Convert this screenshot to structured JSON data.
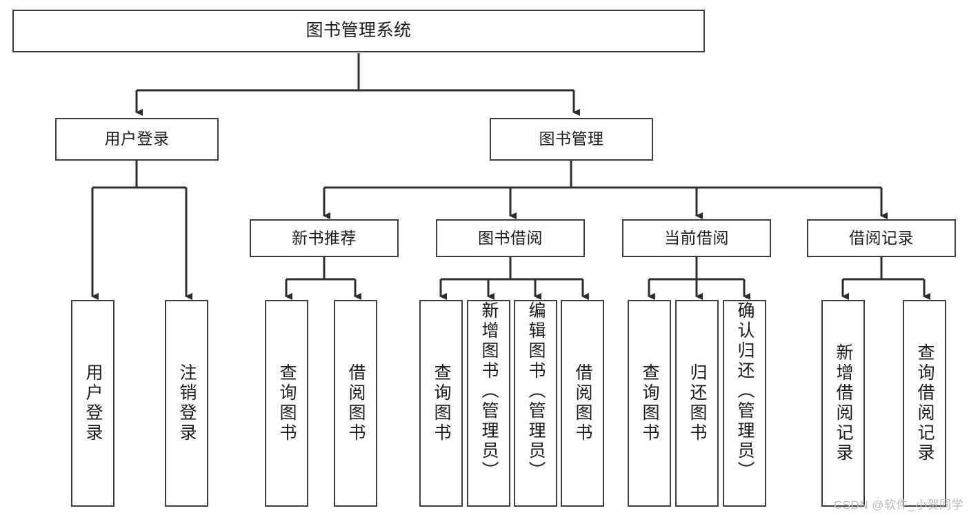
{
  "diagram": {
    "title": "图书管理系统",
    "type": "tree-hierarchy-diagram",
    "root": {
      "id": "root",
      "label": "图书管理系统"
    },
    "level2": [
      {
        "id": "user-login",
        "label": "用户登录"
      },
      {
        "id": "book-management",
        "label": "图书管理"
      }
    ],
    "level3": [
      {
        "id": "new-book-recommend",
        "label": "新书推荐"
      },
      {
        "id": "book-borrow",
        "label": "图书借阅"
      },
      {
        "id": "current-borrow",
        "label": "当前借阅"
      },
      {
        "id": "borrow-record",
        "label": "借阅记录"
      }
    ],
    "leaves": {
      "user_login": [
        {
          "id": "leaf-user-login",
          "label": "用户登录"
        },
        {
          "id": "leaf-logout-login",
          "label": "注销登录"
        }
      ],
      "new_book_recommend": [
        {
          "id": "leaf-query-book-1",
          "label": "查询图书"
        },
        {
          "id": "leaf-borrow-book-1",
          "label": "借阅图书"
        }
      ],
      "book_borrow": [
        {
          "id": "leaf-query-book-2",
          "label": "查询图书"
        },
        {
          "id": "leaf-add-book",
          "label": "新增图书（管理员）"
        },
        {
          "id": "leaf-edit-book",
          "label": "编辑图书（管理员）"
        },
        {
          "id": "leaf-borrow-book-2",
          "label": "借阅图书"
        }
      ],
      "current_borrow": [
        {
          "id": "leaf-query-book-3",
          "label": "查询图书"
        },
        {
          "id": "leaf-return-book",
          "label": "归还图书"
        },
        {
          "id": "leaf-confirm-return",
          "label": "确认归还（管理员）"
        }
      ],
      "borrow_record": [
        {
          "id": "leaf-add-record",
          "label": "新增借阅记录"
        },
        {
          "id": "leaf-query-record",
          "label": "查询借阅记录"
        }
      ]
    }
  },
  "watermark": {
    "text": "CSDN @软件_小贺同学"
  },
  "colors": {
    "border": "#3c3c3c",
    "background": "#ffffff",
    "text": "#1a1a1a",
    "watermark": "#b9b9b9"
  }
}
